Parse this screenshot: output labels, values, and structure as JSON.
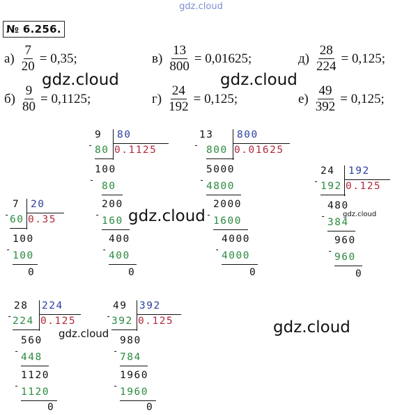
{
  "header": {
    "watermark": "gdz.cloud"
  },
  "task": {
    "number": "№ 6.256."
  },
  "equations": [
    {
      "label": "а)",
      "num": "7",
      "den": "20",
      "result": "= 0,35;"
    },
    {
      "label": "в)",
      "num": "13",
      "den": "800",
      "result": "= 0,01625;"
    },
    {
      "label": "д)",
      "num": "28",
      "den": "224",
      "result": "= 0,125;"
    },
    {
      "label": "б)",
      "num": "9",
      "den": "80",
      "result": "= 0,1125;"
    },
    {
      "label": "г)",
      "num": "24",
      "den": "192",
      "result": "= 0,125;"
    },
    {
      "label": "е)",
      "num": "49",
      "den": "392",
      "result": "= 0,125;"
    }
  ],
  "watermarks": [
    "gdz.cloud",
    "gdz.cloud",
    "gdz.cloud",
    "gdz.cloud",
    "gdz.cloud",
    "gdz.cloud"
  ],
  "divisions": {
    "b": {
      "dividend": "9",
      "divisor": "80",
      "first_sub": "80",
      "quotient": "0.1125",
      "steps": [
        "100",
        "80",
        "200",
        "160",
        "400",
        "400",
        "0"
      ]
    },
    "v": {
      "dividend": "13",
      "divisor": "800",
      "first_sub": "800",
      "quotient": "0.01625",
      "steps": [
        "5000",
        "4800",
        "2000",
        "1600",
        "4000",
        "4000",
        "0"
      ]
    },
    "g": {
      "dividend": "24",
      "divisor": "192",
      "first_sub": "192",
      "quotient": "0.125",
      "steps": [
        "480",
        "384",
        "960",
        "960",
        "0"
      ]
    },
    "a": {
      "dividend": "7",
      "divisor": "20",
      "first_sub": "60",
      "quotient": "0.35",
      "steps": [
        "100",
        "100",
        "0"
      ]
    },
    "d": {
      "dividend": "28",
      "divisor": "224",
      "first_sub": "224",
      "quotient": "0.125",
      "steps": [
        "560",
        "448",
        "1120",
        "1120",
        "0"
      ]
    },
    "e": {
      "dividend": "49",
      "divisor": "392",
      "first_sub": "392",
      "quotient": "0.125",
      "steps": [
        "980",
        "784",
        "1960",
        "1960",
        "0"
      ]
    }
  }
}
